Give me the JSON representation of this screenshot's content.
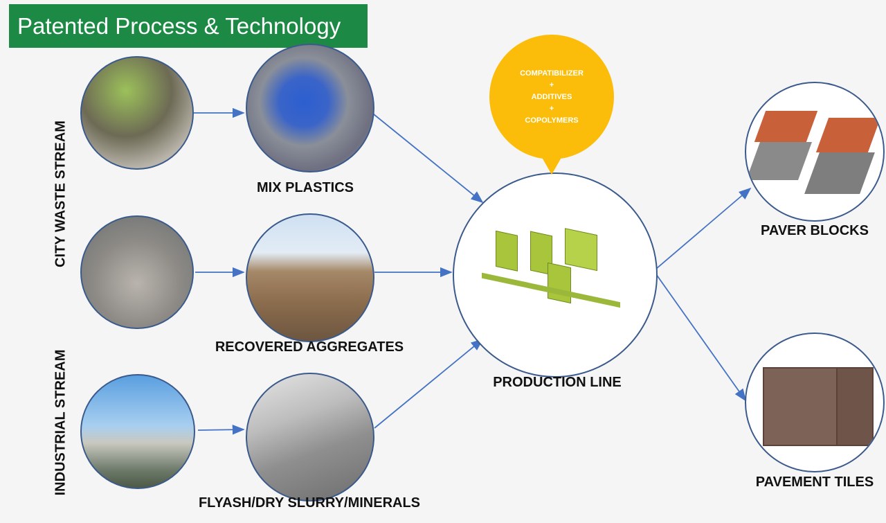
{
  "header": {
    "title": "Patented Process & Technology"
  },
  "streams": {
    "city": "CITY WASTE STREAM",
    "industrial": "INDUSTRIAL STREAM"
  },
  "inputs": [
    {
      "label": "MIX PLASTICS"
    },
    {
      "label": "RECOVERED AGGREGATES"
    },
    {
      "label": "FLYASH/DRY SLURRY/MINERALS"
    }
  ],
  "process": {
    "label": "PRODUCTION LINE",
    "bubble": [
      "COMPATIBILIZER",
      "+",
      "ADDITIVES",
      "+",
      "COPOLYMERS"
    ]
  },
  "outputs": [
    {
      "label": "PAVER BLOCKS"
    },
    {
      "label": "PAVEMENT TILES"
    }
  ],
  "colors": {
    "title_bg": "#1c8a45",
    "bubble": "#fbbd0a",
    "arrow": "#4472c4",
    "circle_border": "#3b5a8c"
  }
}
